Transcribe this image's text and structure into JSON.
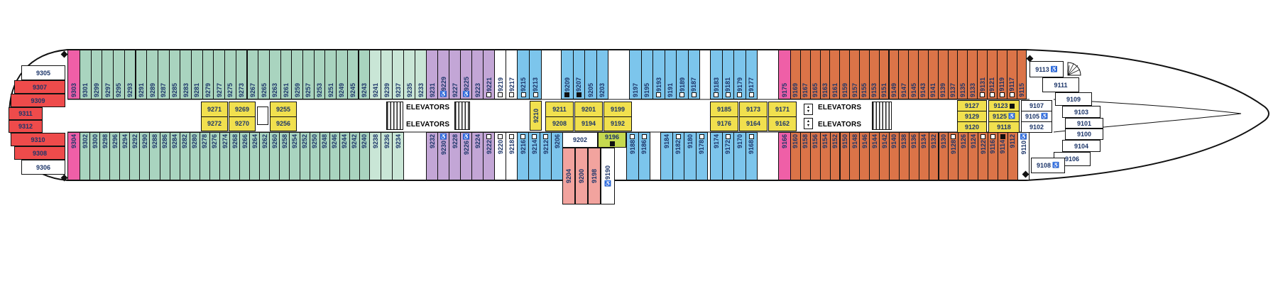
{
  "palette": {
    "green": "#a9d4bf",
    "teal": "#c9e6d6",
    "purple": "#c3a6d6",
    "blue": "#7cc5ec",
    "orange": "#db7448",
    "yellow": "#f1e04e",
    "pink": "#ef5fa7",
    "red": "#ee4b4b",
    "salmon": "#f2a39e",
    "lime": "#c5d94f",
    "white": "#ffffff",
    "text": "#1c3569",
    "outline": "#111111"
  },
  "labels": {
    "elevators": "ELEVATORS"
  },
  "icons": {
    "wheelchair": "♿",
    "elevator": "▲▼",
    "diamond": "◆",
    "stairs": "hatch",
    "spiral_stairs": "fan"
  },
  "left_tip": {
    "cabins": [
      {
        "n": "9305",
        "color": "white"
      },
      {
        "n": "9307",
        "color": "red"
      },
      {
        "n": "9309",
        "color": "red"
      },
      {
        "n": "9311",
        "color": "red"
      },
      {
        "n": "9312",
        "color": "red"
      },
      {
        "n": "9310",
        "color": "red"
      },
      {
        "n": "9308",
        "color": "red"
      },
      {
        "n": "9306",
        "color": "white"
      }
    ]
  },
  "top_row": {
    "segments": [
      {
        "color": "pink",
        "cabins": [
          {
            "n": "9303"
          }
        ]
      },
      {
        "color": "green",
        "cabins": [
          {
            "n": "9301"
          },
          {
            "n": "9299"
          },
          {
            "n": "9297"
          },
          {
            "n": "9295"
          },
          {
            "n": "9293"
          },
          {
            "n": "9291"
          },
          {
            "n": "9289"
          },
          {
            "n": "9287"
          },
          {
            "n": "9285"
          },
          {
            "n": "9283"
          },
          {
            "n": "9281"
          },
          {
            "n": "9279"
          },
          {
            "n": "9277"
          },
          {
            "n": "9275"
          },
          {
            "n": "9273"
          },
          {
            "n": "9267"
          },
          {
            "n": "9265"
          },
          {
            "n": "9263"
          },
          {
            "n": "9261"
          },
          {
            "n": "9259"
          },
          {
            "n": "9257"
          },
          {
            "n": "9253"
          },
          {
            "n": "9251"
          },
          {
            "n": "9249"
          },
          {
            "n": "9245"
          },
          {
            "n": "9243"
          }
        ]
      },
      {
        "color": "teal",
        "cabins": [
          {
            "n": "9241"
          },
          {
            "n": "9239"
          },
          {
            "n": "9237"
          },
          {
            "n": "9235"
          },
          {
            "n": "9233"
          }
        ]
      },
      {
        "color": "purple",
        "cabins": [
          {
            "n": "9231"
          },
          {
            "n": "9229",
            "m": "w"
          },
          {
            "n": "9227"
          },
          {
            "n": "9225",
            "m": "w"
          },
          {
            "n": "9223"
          },
          {
            "n": "9221",
            "m": "o"
          }
        ]
      },
      {
        "color": "white",
        "cabins": [
          {
            "n": "9219",
            "m": "o"
          },
          {
            "n": "9217",
            "m": "o"
          }
        ]
      },
      {
        "color": "blue",
        "cabins": [
          {
            "n": "9215",
            "m": "o"
          },
          {
            "n": "9213",
            "m": "o"
          }
        ]
      },
      {
        "color": "blue",
        "cabins": [
          {
            "n": "9209",
            "m": "f"
          },
          {
            "n": "9207",
            "m": "f"
          },
          {
            "n": "9205"
          },
          {
            "n": "9203"
          }
        ]
      },
      {
        "color": "blue",
        "cabins": [
          {
            "n": "9197"
          },
          {
            "n": "9195"
          },
          {
            "n": "9193",
            "m": "o"
          },
          {
            "n": "9191"
          },
          {
            "n": "9189",
            "m": "o"
          },
          {
            "n": "9187",
            "m": "o"
          }
        ]
      },
      {
        "color": "blue",
        "cabins": [
          {
            "n": "9183",
            "m": "o"
          },
          {
            "n": "9181",
            "m": "o"
          },
          {
            "n": "9179",
            "m": "o"
          },
          {
            "n": "9177",
            "m": "o"
          }
        ]
      },
      {
        "color": "pink",
        "cabins": [
          {
            "n": "9175"
          }
        ]
      },
      {
        "color": "orange",
        "cabins": [
          {
            "n": "9169"
          },
          {
            "n": "9167"
          },
          {
            "n": "9165"
          },
          {
            "n": "9163"
          },
          {
            "n": "9161"
          },
          {
            "n": "9159"
          },
          {
            "n": "9157"
          },
          {
            "n": "9155"
          },
          {
            "n": "9153"
          },
          {
            "n": "9151"
          },
          {
            "n": "9149"
          },
          {
            "n": "9147"
          },
          {
            "n": "9145"
          },
          {
            "n": "9143"
          },
          {
            "n": "9141"
          },
          {
            "n": "9139"
          },
          {
            "n": "9137"
          },
          {
            "n": "9135"
          },
          {
            "n": "9133"
          },
          {
            "n": "9131",
            "m": "o"
          },
          {
            "n": "9121",
            "m": "o"
          },
          {
            "n": "9119",
            "m": "o"
          },
          {
            "n": "9117",
            "m": "o"
          },
          {
            "n": "9115"
          }
        ]
      }
    ]
  },
  "bottom_row": {
    "segments": [
      {
        "color": "pink",
        "cabins": [
          {
            "n": "9304"
          }
        ]
      },
      {
        "color": "green",
        "cabins": [
          {
            "n": "9302"
          },
          {
            "n": "9300"
          },
          {
            "n": "9298"
          },
          {
            "n": "9296"
          },
          {
            "n": "9294"
          },
          {
            "n": "9292"
          },
          {
            "n": "9290"
          },
          {
            "n": "9288"
          },
          {
            "n": "9286"
          },
          {
            "n": "9284"
          },
          {
            "n": "9282"
          },
          {
            "n": "9280"
          },
          {
            "n": "9278"
          },
          {
            "n": "9276"
          },
          {
            "n": "9274"
          },
          {
            "n": "9268"
          },
          {
            "n": "9266"
          },
          {
            "n": "9264"
          },
          {
            "n": "9262"
          },
          {
            "n": "9260"
          },
          {
            "n": "9258"
          },
          {
            "n": "9254"
          },
          {
            "n": "9252"
          },
          {
            "n": "9250"
          },
          {
            "n": "9248"
          },
          {
            "n": "9246"
          },
          {
            "n": "9244"
          },
          {
            "n": "9242"
          },
          {
            "n": "9240"
          }
        ]
      },
      {
        "color": "teal",
        "cabins": [
          {
            "n": "9238"
          },
          {
            "n": "9236"
          },
          {
            "n": "9234"
          }
        ]
      },
      {
        "color": "purple",
        "cabins": [
          {
            "n": "9232"
          },
          {
            "n": "9230",
            "m": "w"
          },
          {
            "n": "9228"
          },
          {
            "n": "9226",
            "m": "w"
          },
          {
            "n": "9224"
          },
          {
            "n": "9222",
            "m": "o"
          }
        ]
      },
      {
        "color": "white",
        "cabins": [
          {
            "n": "9220",
            "m": "o"
          },
          {
            "n": "9218",
            "m": "o"
          }
        ]
      },
      {
        "color": "blue",
        "cabins": [
          {
            "n": "9216",
            "m": "o"
          },
          {
            "n": "9214",
            "m": "o"
          },
          {
            "n": "9212",
            "m": "o"
          },
          {
            "n": "9206"
          }
        ]
      },
      {
        "color": "blue",
        "cabins": [
          {
            "n": "9188",
            "m": "o"
          },
          {
            "n": "9186",
            "m": "o"
          }
        ]
      },
      {
        "color": "blue",
        "cabins": [
          {
            "n": "9184"
          },
          {
            "n": "9182",
            "m": "o"
          },
          {
            "n": "9180"
          },
          {
            "n": "9178",
            "m": "o"
          }
        ]
      },
      {
        "color": "blue",
        "cabins": [
          {
            "n": "9174"
          },
          {
            "n": "9172",
            "m": "o"
          },
          {
            "n": "9170"
          },
          {
            "n": "9168",
            "m": "o"
          }
        ]
      },
      {
        "color": "pink",
        "cabins": [
          {
            "n": "9166"
          }
        ]
      },
      {
        "color": "orange",
        "cabins": [
          {
            "n": "9160"
          },
          {
            "n": "9158"
          },
          {
            "n": "9156"
          },
          {
            "n": "9154"
          },
          {
            "n": "9152"
          },
          {
            "n": "9150"
          },
          {
            "n": "9148"
          },
          {
            "n": "9146"
          },
          {
            "n": "9144"
          },
          {
            "n": "9142"
          },
          {
            "n": "9140"
          },
          {
            "n": "9138"
          },
          {
            "n": "9136"
          },
          {
            "n": "9134"
          },
          {
            "n": "9132"
          },
          {
            "n": "9130"
          },
          {
            "n": "9128",
            "m": "o"
          },
          {
            "n": "9126"
          },
          {
            "n": "9124"
          },
          {
            "n": "9122",
            "m": "o"
          },
          {
            "n": "9116",
            "m": "o"
          },
          {
            "n": "9114",
            "m": "f"
          },
          {
            "n": "9112"
          }
        ]
      },
      {
        "color": "white",
        "cabins": [
          {
            "n": "9110",
            "m": "w"
          }
        ]
      }
    ]
  },
  "center_blocks": [
    {
      "type": "pair",
      "color": "yellow",
      "cabins": [
        {
          "n": "9271"
        },
        {
          "n": "9272"
        }
      ]
    },
    {
      "type": "pair",
      "color": "yellow",
      "cabins": [
        {
          "n": "9269"
        },
        {
          "n": "9270"
        }
      ]
    },
    {
      "type": "pair",
      "color": "yellow",
      "cabins": [
        {
          "n": "9255"
        },
        {
          "n": "9256"
        }
      ]
    },
    {
      "type": "vcabin",
      "color": "yellow",
      "cabins": [
        {
          "n": "9210"
        }
      ]
    },
    {
      "type": "pair",
      "color": "yellow",
      "cabins": [
        {
          "n": "9211"
        },
        {
          "n": "9208"
        }
      ]
    },
    {
      "type": "pair",
      "color": "yellow",
      "cabins": [
        {
          "n": "9201"
        },
        {
          "n": "9194"
        }
      ]
    },
    {
      "type": "pair",
      "color": "yellow",
      "cabins": [
        {
          "n": "9199"
        },
        {
          "n": "9192"
        }
      ]
    },
    {
      "type": "pair",
      "color": "yellow",
      "cabins": [
        {
          "n": "9185"
        },
        {
          "n": "9176"
        }
      ]
    },
    {
      "type": "pair",
      "color": "yellow",
      "cabins": [
        {
          "n": "9173"
        },
        {
          "n": "9164"
        }
      ]
    },
    {
      "type": "pair",
      "color": "yellow",
      "cabins": [
        {
          "n": "9171"
        },
        {
          "n": "9162"
        }
      ]
    },
    {
      "type": "triple",
      "color": "yellow",
      "cabins": [
        {
          "n": "9127"
        },
        {
          "n": "9129"
        },
        {
          "n": "9120"
        }
      ]
    },
    {
      "type": "triple",
      "color": "yellow",
      "cabins": [
        {
          "n": "9123",
          "m": "f"
        },
        {
          "n": "9125",
          "m": "w"
        },
        {
          "n": "9118"
        }
      ]
    },
    {
      "type": "triple",
      "color": "white",
      "cabins": [
        {
          "n": "9107"
        },
        {
          "n": "9105",
          "m": "w"
        },
        {
          "n": "9102"
        }
      ]
    }
  ],
  "bottom_block": {
    "cabins": [
      {
        "n": "9202",
        "color": "white",
        "orient": "h"
      },
      {
        "n": "9196",
        "color": "lime",
        "orient": "h",
        "m": "f"
      },
      {
        "n": "9204",
        "color": "salmon",
        "orient": "v"
      },
      {
        "n": "9200",
        "color": "salmon",
        "orient": "v"
      },
      {
        "n": "9198",
        "color": "salmon",
        "orient": "v"
      },
      {
        "n": "9190",
        "color": "white",
        "orient": "v",
        "m": "w"
      }
    ]
  },
  "right_tip": {
    "cabins": [
      {
        "n": "9113",
        "m": "w"
      },
      {
        "n": "9111"
      },
      {
        "n": "9109"
      },
      {
        "n": "9103"
      },
      {
        "n": "9101"
      },
      {
        "n": "9100"
      },
      {
        "n": "9104"
      },
      {
        "n": "9106"
      },
      {
        "n": "9108",
        "m": "w"
      }
    ]
  }
}
